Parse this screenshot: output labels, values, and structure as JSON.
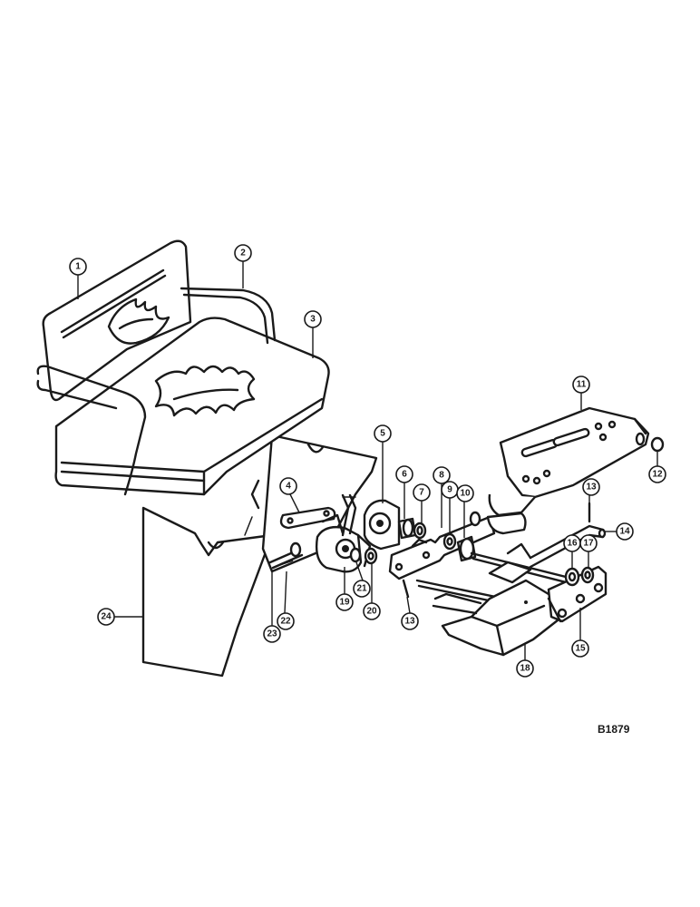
{
  "figure_id": "B1879",
  "callouts": [
    {
      "id": "c1",
      "label": "1"
    },
    {
      "id": "c2",
      "label": "2"
    },
    {
      "id": "c3",
      "label": "3"
    },
    {
      "id": "c4",
      "label": "4"
    },
    {
      "id": "c5",
      "label": "5"
    },
    {
      "id": "c6",
      "label": "6"
    },
    {
      "id": "c7",
      "label": "7"
    },
    {
      "id": "c8",
      "label": "8"
    },
    {
      "id": "c9",
      "label": "9"
    },
    {
      "id": "c10",
      "label": "10"
    },
    {
      "id": "c11",
      "label": "11"
    },
    {
      "id": "c12",
      "label": "12"
    },
    {
      "id": "c13a",
      "label": "13"
    },
    {
      "id": "c13b",
      "label": "13"
    },
    {
      "id": "c14",
      "label": "14"
    },
    {
      "id": "c15",
      "label": "15"
    },
    {
      "id": "c16",
      "label": "16"
    },
    {
      "id": "c17",
      "label": "17"
    },
    {
      "id": "c18",
      "label": "18"
    },
    {
      "id": "c19",
      "label": "19"
    },
    {
      "id": "c20",
      "label": "20"
    },
    {
      "id": "c21",
      "label": "21"
    },
    {
      "id": "c22",
      "label": "22"
    },
    {
      "id": "c23",
      "label": "23"
    },
    {
      "id": "c24",
      "label": "24"
    }
  ]
}
